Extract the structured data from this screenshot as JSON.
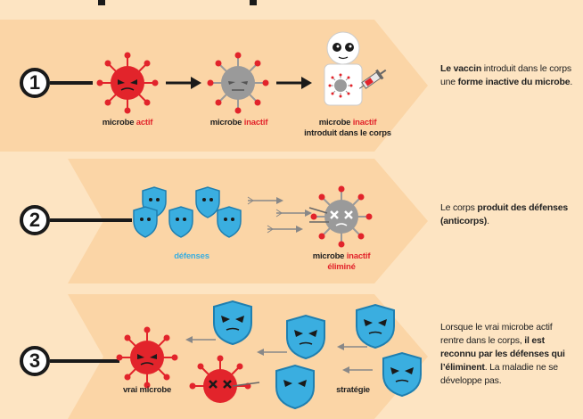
{
  "steps": [
    {
      "number": "1",
      "labels": {
        "active": {
          "prefix": "microbe",
          "emph": "actif"
        },
        "inactive": {
          "prefix": "microbe",
          "emph": "inactif"
        },
        "introduced": {
          "prefix": "microbe",
          "emph": "inactif",
          "line2": "introduit dans le corps"
        }
      },
      "description": {
        "p1": "Le vaccin",
        "p2": " introduit dans le corps une ",
        "p3": "forme inactive du microbe",
        "p4": "."
      }
    },
    {
      "number": "2",
      "labels": {
        "defenses": "défenses",
        "eliminated": {
          "prefix": "microbe",
          "emph": "inactif",
          "line2": "éliminé"
        }
      },
      "description": {
        "p1": "Le corps ",
        "p2": "produit des défenses (anticorps)",
        "p3": "."
      }
    },
    {
      "number": "3",
      "labels": {
        "real": "vrai microbe",
        "strategy": "stratégie"
      },
      "description": {
        "p1": "Lorsque le vrai microbe actif rentre dans le corps, ",
        "p2": "il est reconnu par les défenses qui l’éliminent",
        "p3": ". La maladie ne se développe pas."
      }
    }
  ],
  "colors": {
    "background": "#fde4c2",
    "arrow_band": "#fbd5a6",
    "microbe_active": "#e2242b",
    "microbe_inactive": "#9a9a9a",
    "shield": "#3aaee0",
    "accent_red": "#e2242b",
    "accent_blue": "#3aaee0"
  },
  "icons": [
    "microbe-active-icon",
    "microbe-inactive-icon",
    "human-figure-icon",
    "syringe-icon",
    "shield-antibody-icon",
    "dart-arrow-icon",
    "microbe-eliminated-icon"
  ]
}
